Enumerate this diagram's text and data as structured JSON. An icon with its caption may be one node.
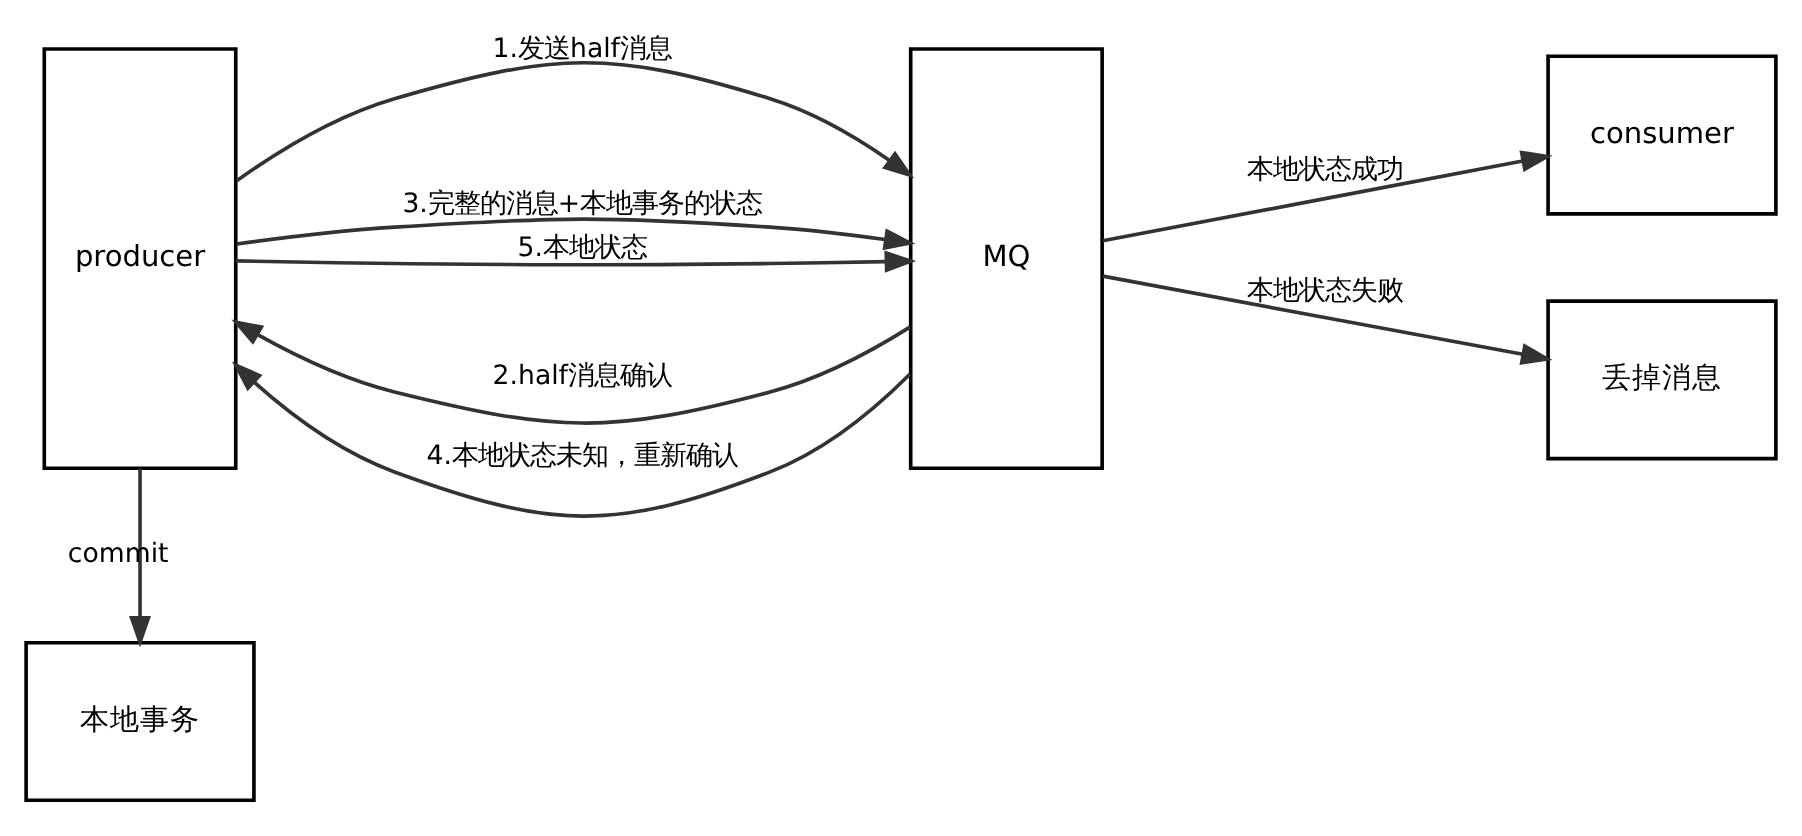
{
  "diagram": {
    "nodes": [
      {
        "text": [
          "producer"
        ]
      },
      {
        "text": [
          "MQ"
        ]
      },
      {
        "text": [
          "consumer"
        ]
      },
      {
        "text": [
          "丢掉消息"
        ]
      },
      {
        "text": [
          "本地事务"
        ]
      }
    ],
    "edges": [
      {
        "from": 0,
        "to": 1,
        "arrow": "to",
        "label": "1.发送half消息"
      },
      {
        "from": 1,
        "to": 0,
        "arrow": "to",
        "label": "2.half消息确认"
      },
      {
        "from": 0,
        "to": 1,
        "arrow": "to",
        "label": "3.完整的消息+本地事务的状态"
      },
      {
        "from": 1,
        "to": 0,
        "arrow": "to",
        "label": "4.本地状态未知，重新确认"
      },
      {
        "from": 0,
        "to": 1,
        "arrow": "to",
        "label": "5.本地状态"
      },
      {
        "from": 1,
        "to": 2,
        "arrow": "to",
        "label": "本地状态成功"
      },
      {
        "from": 1,
        "to": 3,
        "arrow": "to",
        "label": "本地状态失败"
      },
      {
        "from": 0,
        "to": 4,
        "arrow": "to",
        "label": "commit"
      }
    ]
  }
}
